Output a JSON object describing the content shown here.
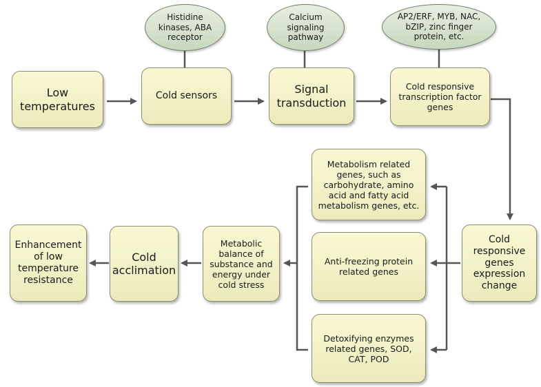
{
  "nodes": {
    "low_temperatures": "Low temperatures",
    "cold_sensors": "Cold sensors",
    "signal_transduction": "Signal transduction",
    "cold_tf_genes": "Cold responsive transcription factor genes",
    "cold_genes_expression_change": "Cold responsive genes expression change",
    "metabolism_genes": "Metabolism related genes, such as carbohydrate, amino acid and fatty acid metabolism genes, etc.",
    "anti_freezing_genes": "Anti-freezing protein related genes",
    "detox_enzymes_genes": "Detoxifying enzymes related genes, SOD, CAT, POD",
    "metabolic_balance": "Metabolic balance of substance and energy under cold stress",
    "cold_acclimation": "Cold acclimation",
    "enhancement": "Enhancement of low temperature resistance"
  },
  "annotations": {
    "sensors": "Histidine kinases, ABA receptor",
    "signaling": "Calcium signaling pathway",
    "tf_families": "AP2/ERF, MYB, NAC, bZIP, zinc finger protein, etc."
  },
  "colors": {
    "box_fill": "#f4f3c9",
    "box_border": "#8c8c6e",
    "oval_fill": "#d5e2cc",
    "arrow": "#555555"
  }
}
